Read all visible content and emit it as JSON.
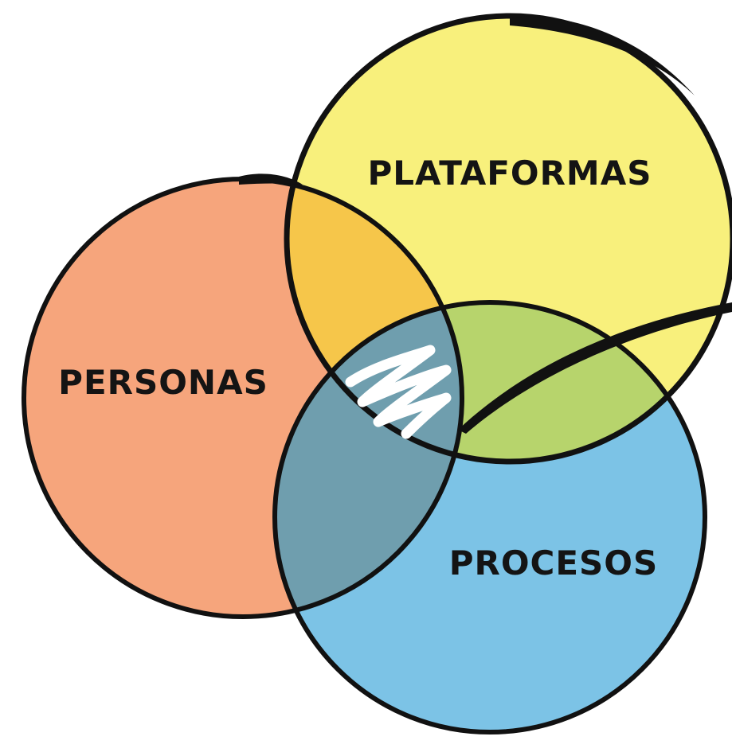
{
  "diagram": {
    "type": "venn",
    "circles": [
      {
        "id": "personas",
        "label": "PERSONAS",
        "color": "#F6A57C"
      },
      {
        "id": "plataformas",
        "label": "PLATAFORMAS",
        "color": "#F8F07C"
      },
      {
        "id": "procesos",
        "label": "PROCESOS",
        "color": "#7CC3E6"
      }
    ],
    "overlap_colors": {
      "personas_plataformas": "#F6C64A",
      "plataformas_procesos": "#B7D46C",
      "personas_procesos": "#6F9EAE"
    },
    "outline_color": "#111111"
  }
}
